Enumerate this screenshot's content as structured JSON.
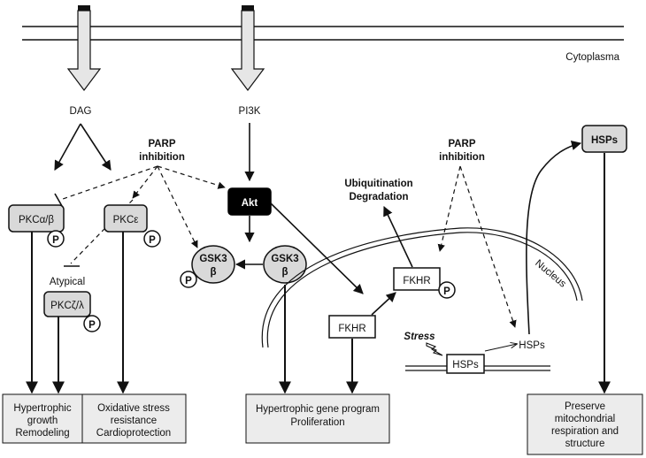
{
  "membrane": {
    "cytoplasma_label": "Cytoplasma"
  },
  "receptors": {
    "left_output": "DAG",
    "right_output": "PI3K"
  },
  "parp_inhibition_left": {
    "line1": "PARP",
    "line2": "inhibition"
  },
  "parp_inhibition_right": {
    "line1": "PARP",
    "line2": "inhibition"
  },
  "nodes": {
    "pkc_alpha_beta": "PKCα/β",
    "pkc_epsilon": "PKCε",
    "atypical_label": "Atypical",
    "pkc_zeta_lambda": "PKCζ/λ",
    "akt": "Akt",
    "gsk3_phospho": {
      "line1": "GSK3",
      "line2": "β"
    },
    "gsk3": {
      "line1": "GSK3",
      "line2": "β"
    },
    "fkhr_nuclear": "FKHR",
    "fkhr_cytoplasmic": "FKHR",
    "hsps_gene": "HSPs",
    "hsps_nuclear": "HSPs",
    "hsps_cytoplasmic": "HSPs",
    "stress_label": "Stress",
    "nucleus_label": "Nucleus",
    "phospho_label": "P"
  },
  "ubiquitination": {
    "line1": "Ubiquitination",
    "line2": "Degradation"
  },
  "outcomes": {
    "hypertrophic_growth": {
      "line1": "Hypertrophic",
      "line2": "growth",
      "line3": "Remodeling"
    },
    "oxidative_stress": {
      "line1": "Oxidative stress",
      "line2": "resistance",
      "line3": "Cardioprotection"
    },
    "gene_program": {
      "line1": "Hypertrophic gene program",
      "line2": "Proliferation"
    },
    "mitochondrial": {
      "line1": "Preserve",
      "line2": "mitochondrial",
      "line3": "respiration and",
      "line4": "structure"
    }
  },
  "colors": {
    "node_fill": "#d9d9d9",
    "outcome_fill": "#ececec",
    "akt_fill": "#000000",
    "stroke": "#111111"
  }
}
